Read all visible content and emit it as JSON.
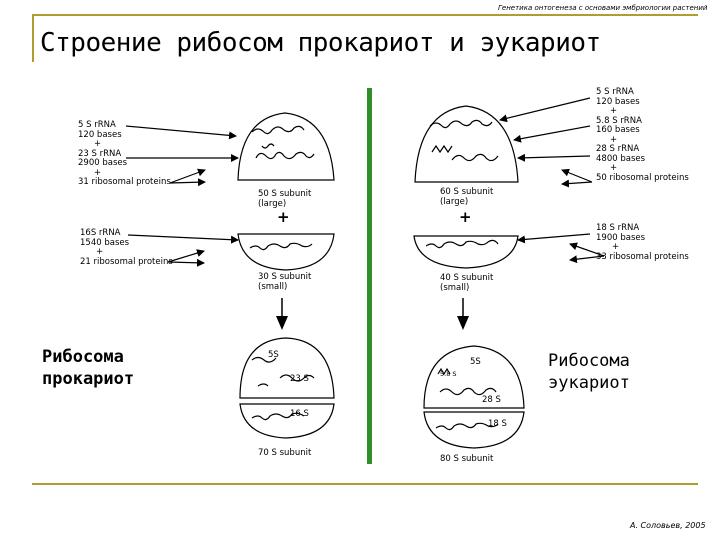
{
  "header": {
    "course": "Генетика онтогенеза с основами эмбриологии растений",
    "title": "Строение рибосом прокариот и эукариот",
    "author": "А. Соловьев, 2005"
  },
  "prokaryote": {
    "large_rna": [
      "5 S rRNA",
      "120 bases",
      "+",
      "23 S rRNA",
      "2900 bases",
      "+",
      "31 ribosomal proteins"
    ],
    "large_subunit": [
      "50 S subunit",
      "(large)"
    ],
    "small_rna": [
      "16S rRNA",
      "1540 bases",
      "+",
      "21 ribosomal proteins"
    ],
    "small_subunit": [
      "30 S subunit",
      "(small)"
    ],
    "whole_inner": {
      "s5": "5S",
      "s23": "23 S",
      "s16": "16 S"
    },
    "whole": "70 S subunit",
    "caption": [
      "Рибосома",
      "прокариот"
    ]
  },
  "eukaryote": {
    "large_rna": [
      "5 S rRNA",
      "120 bases",
      "+",
      "5.8 S rRNA",
      "160 bases",
      "+",
      "28 S rRNA",
      "4800 bases",
      "+",
      "50 ribosomal proteins"
    ],
    "large_subunit": [
      "60 S subunit",
      "(large)"
    ],
    "small_rna": [
      "18 S rRNA",
      "1900 bases",
      "+",
      "33 ribosomal proteins"
    ],
    "small_subunit": [
      "40 S subunit",
      "(small)"
    ],
    "whole_inner": {
      "s5": "5S",
      "s58": "5.8 S",
      "s28": "28 S",
      "s18": "18 S"
    },
    "whole": "80 S subunit",
    "caption": [
      "Рибосома",
      "эукариот"
    ]
  },
  "plus_sign": "+",
  "colors": {
    "rule": "#b49b2f",
    "divider": "#2f8f2a"
  }
}
